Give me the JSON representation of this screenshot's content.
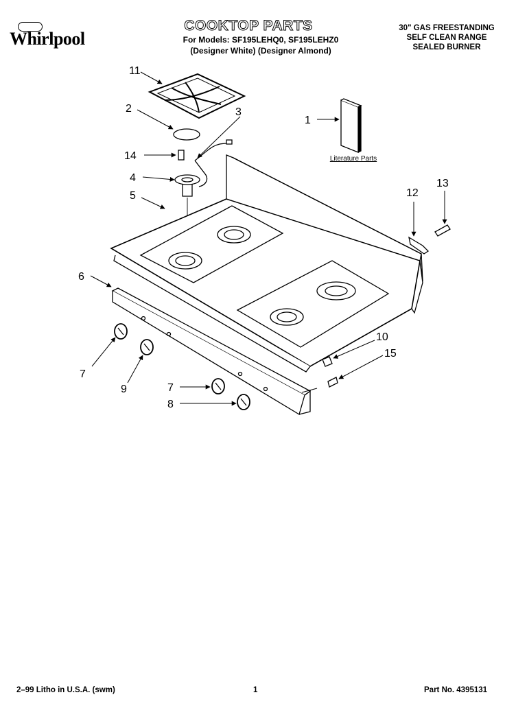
{
  "header": {
    "brand": "Whirlpool",
    "title": "COOKTOP PARTS",
    "models_line1": "For Models: SF195LEHQ0, SF195LEHZ0",
    "models_line2": "(Designer White) (Designer Almond)",
    "spec_line1": "30\" GAS FREESTANDING",
    "spec_line2": "SELF CLEAN RANGE",
    "spec_line3": "SEALED BURNER"
  },
  "diagram": {
    "literature_label": "Literature Parts",
    "callouts": {
      "c1": "1",
      "c2": "2",
      "c3": "3",
      "c4": "4",
      "c5": "5",
      "c6": "6",
      "c7a": "7",
      "c7b": "7",
      "c8": "8",
      "c9": "9",
      "c10": "10",
      "c11": "11",
      "c12": "12",
      "c13": "13",
      "c14": "14",
      "c15": "15"
    }
  },
  "footer": {
    "litho": "2–99 Litho in U.S.A. (swm)",
    "page": "1",
    "part_no": "Part No. 4395131"
  }
}
